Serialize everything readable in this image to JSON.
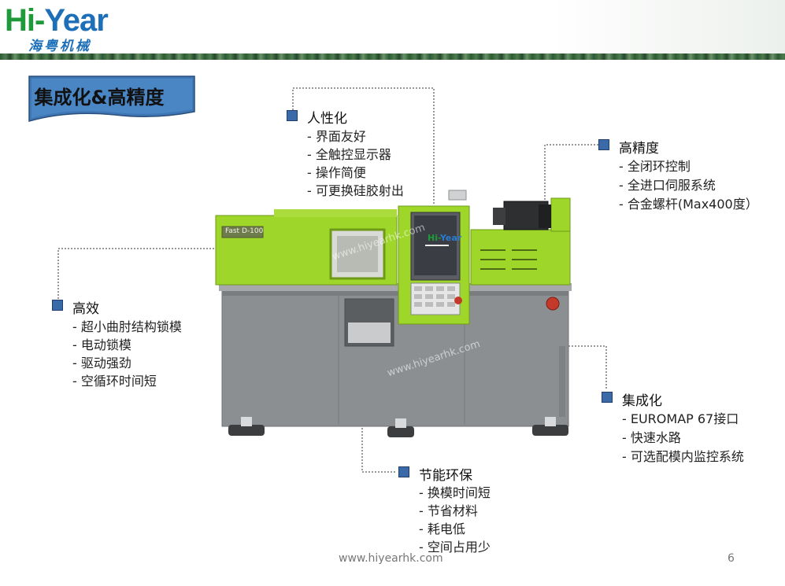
{
  "header": {
    "logo_text_hi": "Hi-",
    "logo_text_year": "Year",
    "logo_cn": "海粤机械"
  },
  "title": "集成化&高精度",
  "sections": {
    "humanize": {
      "heading": "人性化",
      "items": [
        "- 界面友好",
        "- 全触控显示器",
        "- 操作简便",
        "- 可更换硅胶射出"
      ]
    },
    "precision": {
      "heading": "高精度",
      "items": [
        "- 全闭环控制",
        "- 全进口伺服系统",
        "- 合金螺杆(Max400度）"
      ]
    },
    "efficiency": {
      "heading": "高效",
      "items": [
        "- 超小曲肘结构锁模",
        "- 电动锁模",
        "- 驱动强劲",
        "- 空循环时间短"
      ]
    },
    "integration": {
      "heading": "集成化",
      "items": [
        "- EUROMAP 67接口",
        "- 快速水路",
        "- 可选配模内监控系统"
      ]
    },
    "energy": {
      "heading": "节能环保",
      "items": [
        "- 换模时间短",
        "- 节省材料",
        "- 耗电低",
        "- 空间占用少"
      ]
    }
  },
  "machine": {
    "model_label": "Fast D-100",
    "screen_logo_hi": "Hi-",
    "screen_logo_year": "Year",
    "watermark_1": "www.hiyearhk.com",
    "watermark_2": "www.hiyearhk.com"
  },
  "footer": {
    "url": "www.hiyearhk.com",
    "page": "6"
  },
  "colors": {
    "accent_blue": "#3a6aa8",
    "machine_green": "#9ed62a",
    "machine_gray": "#8c8f92",
    "logo_green": "#1f9a3a",
    "logo_blue": "#1d6fb8"
  }
}
